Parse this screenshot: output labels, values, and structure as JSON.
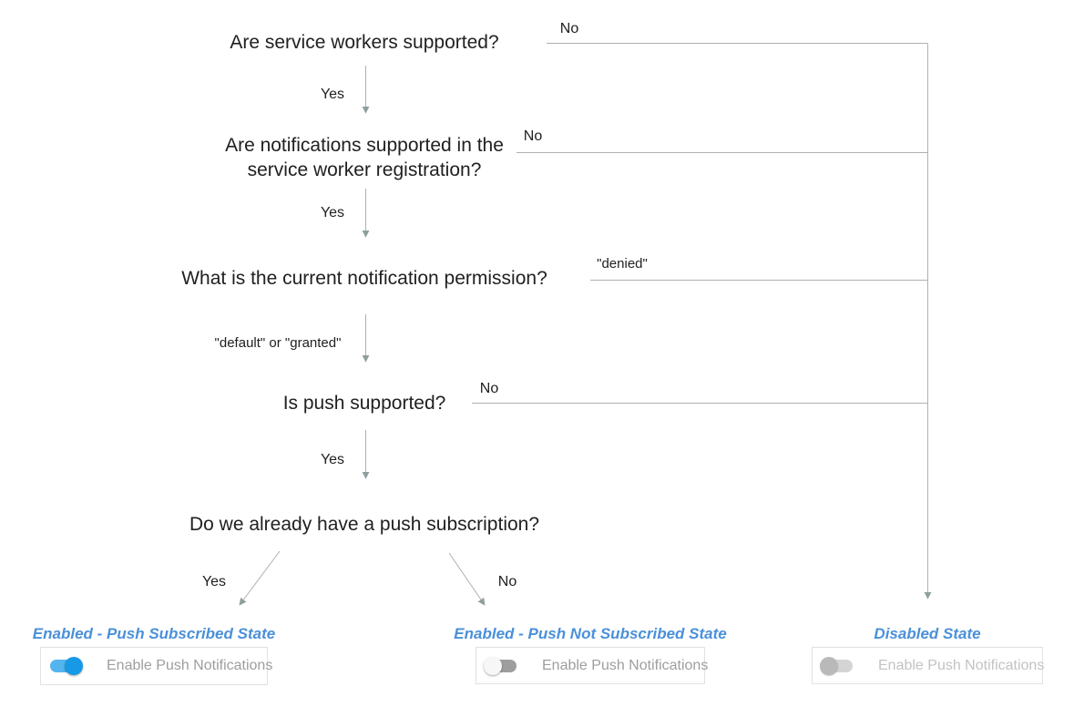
{
  "colors": {
    "canvas": "#ffffff",
    "line": "#b0b0b0",
    "arrow": "#8e9e9e",
    "text": "#212121",
    "stateTitle": "#4a90d9",
    "cardBorder": "#e2e2e2",
    "cardText": "#9e9e9e",
    "cardTextDisabled": "#c3c3c3",
    "onTrack": "#54b4ee",
    "onThumb": "#169ae5",
    "offTrack": "#9e9e9e",
    "offThumb": "#f7f7f7",
    "disabledTrack": "#d4d4d4",
    "disabledThumb": "#b9b9b9"
  },
  "flow": {
    "q1": {
      "text": "Are service workers supported?",
      "yes": "Yes",
      "no": "No"
    },
    "q2": {
      "text": "Are notifications supported in the service worker registration?",
      "yes": "Yes",
      "no": "No"
    },
    "q3": {
      "text": "What is the current notification permission?",
      "down": "\"default\" or \"granted\"",
      "right": "\"denied\""
    },
    "q4": {
      "text": "Is push supported?",
      "yes": "Yes",
      "no": "No"
    },
    "q5": {
      "text": "Do we already have a push subscription?",
      "yes": "Yes",
      "no": "No"
    }
  },
  "states": {
    "subscribed": {
      "title": "Enabled - Push Subscribed State",
      "toggle": "on",
      "toggle_label": "Enable Push Notifications"
    },
    "notSubscribed": {
      "title": "Enabled - Push Not Subscribed State",
      "toggle": "off",
      "toggle_label": "Enable Push Notifications"
    },
    "disabled": {
      "title": "Disabled State",
      "toggle": "disabled",
      "toggle_label": "Enable Push Notifications"
    }
  }
}
